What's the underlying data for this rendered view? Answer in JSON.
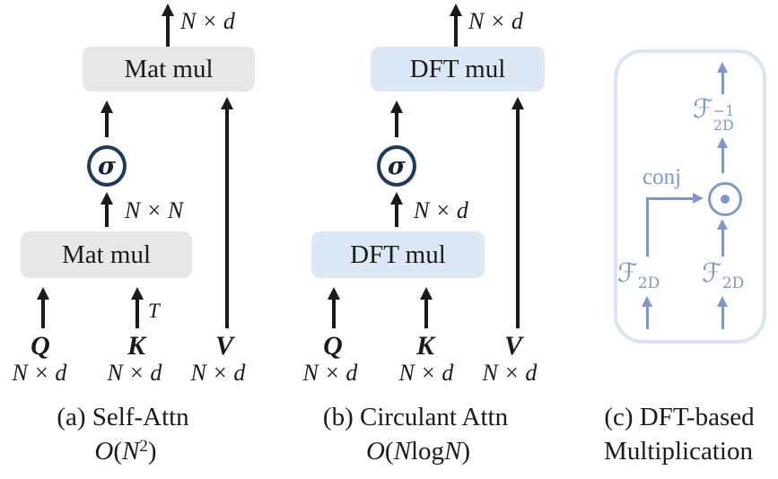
{
  "colors": {
    "ink": "#1a1a1a",
    "gray_box": "#e8e7e7",
    "blue_box": "#dce8f5",
    "sigma_circle": "#1e3a5f",
    "periwinkle": "#7e97cc",
    "panel_border": "#d9e5f4"
  },
  "panel_a": {
    "output_dim": "N × d",
    "top_box_label": "Mat mul",
    "sigma": "σ",
    "inner_dim": "N × N",
    "bottom_box_label": "Mat mul",
    "transpose": "T",
    "q": "Q",
    "k": "K",
    "v": "V",
    "q_dim": "N × d",
    "k_dim": "N × d",
    "v_dim": "N × d",
    "caption": "(a) Self-Attn",
    "complexity": {
      "o": "O",
      "open": "(",
      "n": "N",
      "sup": "2",
      "close": ")"
    }
  },
  "panel_b": {
    "output_dim": "N × d",
    "top_box_label": "DFT mul",
    "sigma": "σ",
    "inner_dim": "N × d",
    "bottom_box_label": "DFT mul",
    "q": "Q",
    "k": "K",
    "v": "V",
    "q_dim": "N × d",
    "k_dim": "N × d",
    "v_dim": "N × d",
    "caption": "(b) Circulant Attn",
    "complexity": {
      "o": "O",
      "open": "(",
      "n1": "N",
      "log": "log",
      "n2": "N",
      "close": ")"
    }
  },
  "panel_c": {
    "f_inverse": {
      "f": "ℱ",
      "sup": "−1",
      "sub": "2D"
    },
    "conj_label": "conj",
    "f_left": {
      "f": "ℱ",
      "sub": "2D"
    },
    "f_right": {
      "f": "ℱ",
      "sub": "2D"
    },
    "caption_line1": "(c) DFT-based",
    "caption_line2": "Multiplication"
  }
}
